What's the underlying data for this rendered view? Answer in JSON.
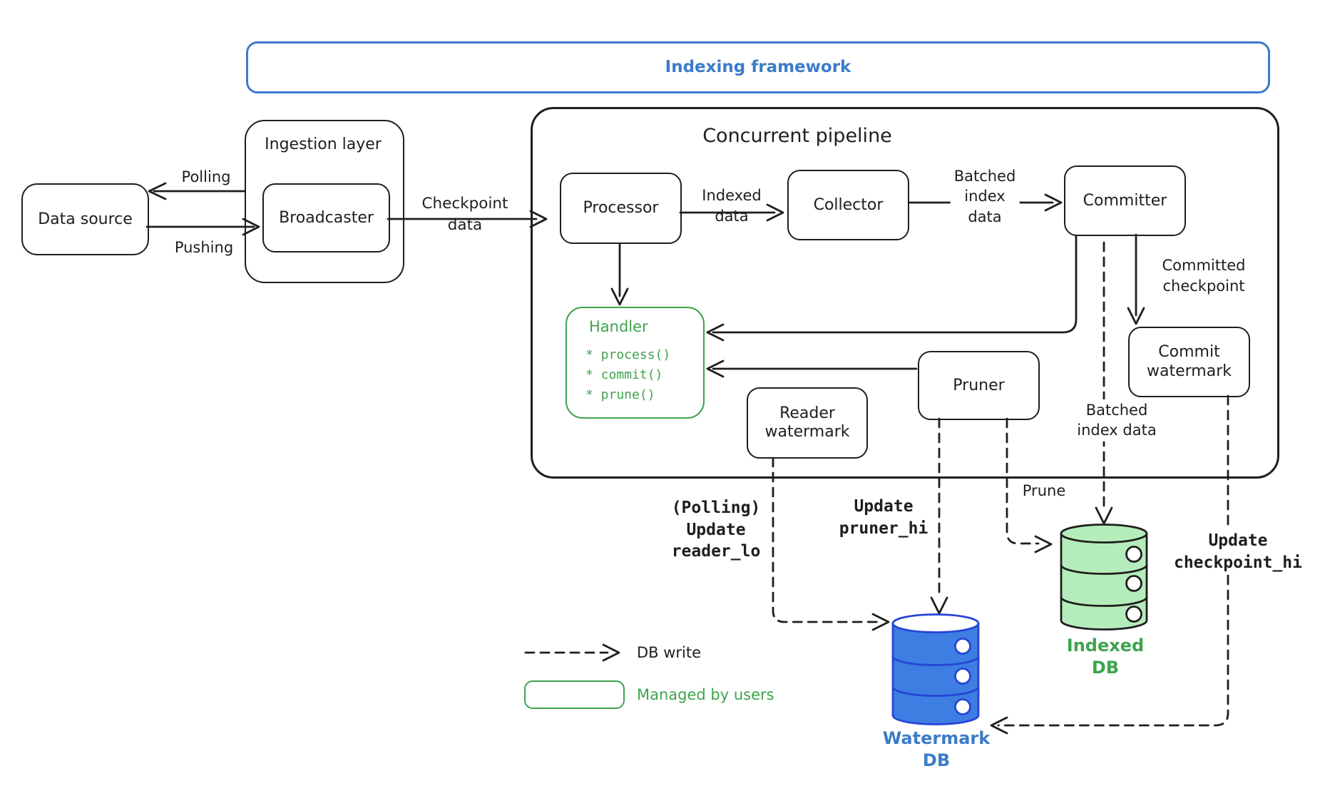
{
  "colors": {
    "bg": "#ffffff",
    "ink": "#1e1e1e",
    "blue": "#3b7cc9",
    "green": "#3fa34d",
    "db-blue-fill": "#3e7de2",
    "db-blue-stroke": "#2546d5",
    "db-green-fill": "#b4edbb"
  },
  "banner": {
    "label": "Indexing framework"
  },
  "nodes": {
    "data_source": {
      "label": "Data source"
    },
    "ingestion_layer": {
      "label": "Ingestion layer"
    },
    "broadcaster": {
      "label": "Broadcaster"
    },
    "pipeline": {
      "label": "Concurrent pipeline"
    },
    "processor": {
      "label": "Processor"
    },
    "collector": {
      "label": "Collector"
    },
    "committer": {
      "label": "Committer"
    },
    "handler": {
      "title": "Handler",
      "items": [
        "* process()",
        "* commit()",
        "* prune()"
      ]
    },
    "reader_watermark": {
      "label": "Reader\nwatermark"
    },
    "pruner": {
      "label": "Pruner"
    },
    "commit_watermark": {
      "label": "Commit\nwatermark"
    },
    "watermark_db": {
      "label": "Watermark\nDB"
    },
    "indexed_db": {
      "label": "Indexed\nDB"
    }
  },
  "edges": {
    "polling": "Polling",
    "pushing": "Pushing",
    "checkpoint_data": "Checkpoint\ndata",
    "indexed_data": "Indexed\ndata",
    "batched_index_data": "Batched\nindex\ndata",
    "committed_checkpoint": "Committed\ncheckpoint",
    "batched_index_data_2": "Batched\nindex data",
    "prune": "Prune",
    "update_reader_lo": "(Polling)\nUpdate\nreader_lo",
    "update_pruner_hi": "Update\npruner_hi",
    "update_checkpoint_hi": "Update\ncheckpoint_hi"
  },
  "legend": {
    "db_write": "DB write",
    "managed_by_users": "Managed by users"
  }
}
